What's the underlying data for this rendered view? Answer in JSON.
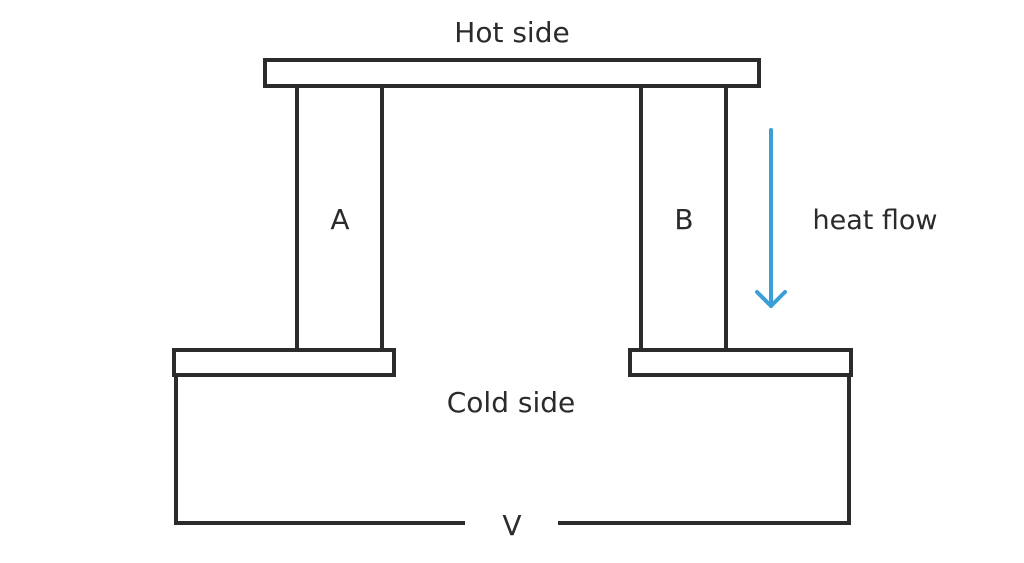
{
  "labels": {
    "hot_side": "Hot side",
    "cold_side": "Cold side",
    "leg_a": "A",
    "leg_b": "B",
    "heat_flow": "heat flow",
    "voltage": "V"
  },
  "colors": {
    "line": "#2b2b2b",
    "arrow": "#3a9fd4",
    "background": "#ffffff"
  }
}
